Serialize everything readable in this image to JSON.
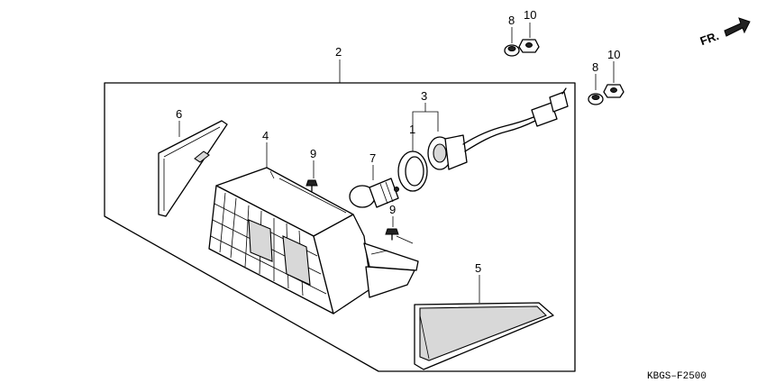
{
  "direction_marker": {
    "label": "FR."
  },
  "diagram_code": "KBGS–F2500",
  "callouts": [
    {
      "id": "c1",
      "text": "1"
    },
    {
      "id": "c2",
      "text": "2"
    },
    {
      "id": "c3",
      "text": "3"
    },
    {
      "id": "c4",
      "text": "4"
    },
    {
      "id": "c5",
      "text": "5"
    },
    {
      "id": "c6",
      "text": "6"
    },
    {
      "id": "c7",
      "text": "7"
    },
    {
      "id": "c8a",
      "text": "8"
    },
    {
      "id": "c8b",
      "text": "8"
    },
    {
      "id": "c9a",
      "text": "9"
    },
    {
      "id": "c9b",
      "text": "9"
    },
    {
      "id": "c10a",
      "text": "10"
    },
    {
      "id": "c10b",
      "text": "10"
    }
  ]
}
